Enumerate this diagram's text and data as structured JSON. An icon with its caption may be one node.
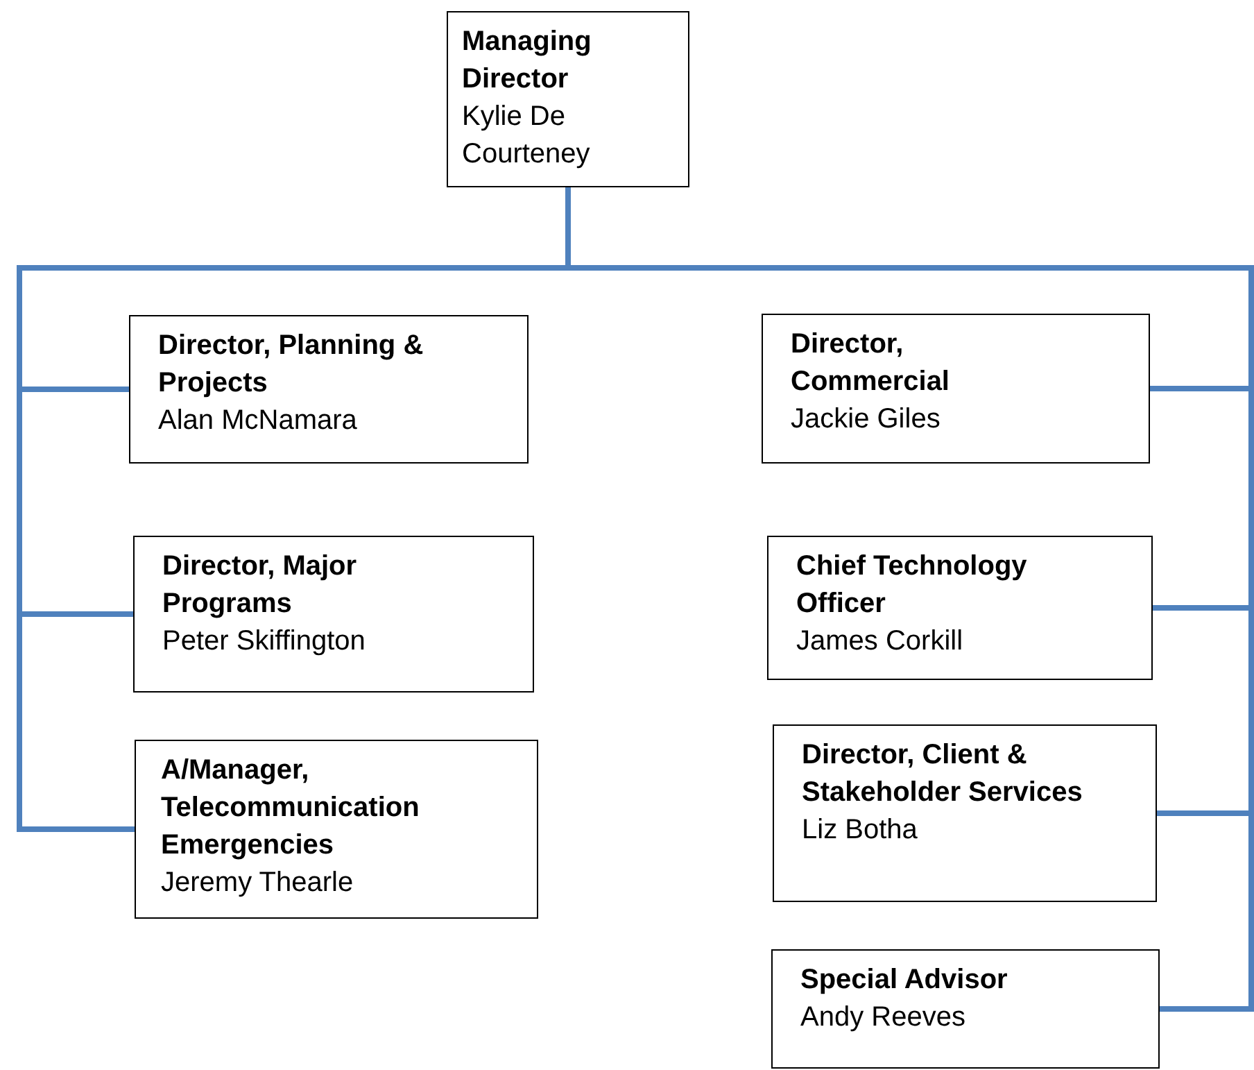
{
  "diagram": {
    "nodes": [
      {
        "text": [
          "Managing Director",
          "Kylie De Courteney"
        ]
      },
      {
        "text": [
          "Director, Planning & Projects",
          "Alan McNamara"
        ]
      },
      {
        "text": [
          "Director, Major Programs",
          "Peter Skiffington"
        ]
      },
      {
        "text": [
          "A/Manager, Telecommunication Emergencies",
          "Jeremy Thearle"
        ]
      },
      {
        "text": [
          "Director, Commercial",
          "Jackie Giles"
        ]
      },
      {
        "text": [
          "Chief Technology Officer",
          "James Corkill"
        ]
      },
      {
        "text": [
          "Director, Client & Stakeholder Services",
          "Liz Botha"
        ]
      },
      {
        "text": [
          "Special Advisor",
          "Andy Reeves"
        ]
      }
    ],
    "edges": [
      {
        "from": 0,
        "to": 1,
        "arrow": "none"
      },
      {
        "from": 0,
        "to": 2,
        "arrow": "none"
      },
      {
        "from": 0,
        "to": 3,
        "arrow": "none"
      },
      {
        "from": 0,
        "to": 4,
        "arrow": "none"
      },
      {
        "from": 0,
        "to": 5,
        "arrow": "none"
      },
      {
        "from": 0,
        "to": 6,
        "arrow": "none"
      },
      {
        "from": 0,
        "to": 7,
        "arrow": "none"
      }
    ]
  }
}
